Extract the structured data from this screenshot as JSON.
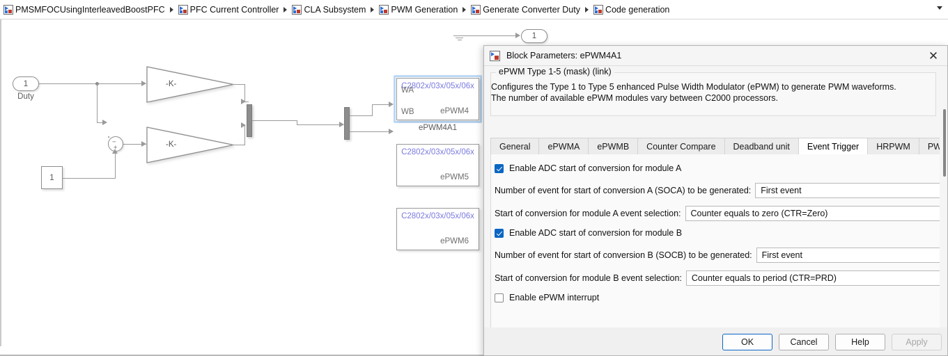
{
  "breadcrumb": {
    "items": [
      {
        "label": "PMSMFOCUsingInterleavedBoostPFC",
        "icon": "subsystem-icon"
      },
      {
        "label": "PFC Current Controller",
        "icon": "subsystem-icon"
      },
      {
        "label": "CLA Subsystem",
        "icon": "subsystem-icon"
      },
      {
        "label": "PWM Generation",
        "icon": "subsystem-icon"
      },
      {
        "label": "Generate Converter Duty",
        "icon": "subsystem-icon"
      },
      {
        "label": "Code generation",
        "icon": "subsystem-icon"
      }
    ],
    "overflow_icon": "chevron-down-icon"
  },
  "canvas": {
    "inport": {
      "number": "1",
      "label": "Duty"
    },
    "constant": {
      "value": "1"
    },
    "sum": {
      "sign_top": "−",
      "sign_bottom": "+"
    },
    "gain_top": {
      "text": "-K-"
    },
    "gain_bottom": {
      "text": "-K-"
    },
    "outport": {
      "number": "1"
    },
    "epwm_blocks": [
      {
        "header": "C2802x/03x/05x/06x",
        "name": "ePWM4",
        "label": "ePWM4A1",
        "ports": [
          "WA",
          "WB"
        ],
        "selected": true
      },
      {
        "header": "C2802x/03x/05x/06x",
        "name": "ePWM5",
        "label": "",
        "ports": [],
        "selected": false
      },
      {
        "header": "C2802x/03x/05x/06x",
        "name": "ePWM6",
        "label": "",
        "ports": [],
        "selected": false
      }
    ],
    "colors": {
      "block_text": "#6f6f6f",
      "mask_header": "#7a7adf",
      "wire": "#9a9a9a",
      "selection_halo": "#bcd9f5"
    }
  },
  "dialog": {
    "title": "Block Parameters: ePWM4A1",
    "title_icon": "subsystem-icon",
    "close_icon": "close-icon",
    "mask": {
      "legend": "ePWM Type 1-5 (mask) (link)",
      "description_line1": "Configures the Type 1 to Type 5 enhanced Pulse Width Modulator (ePWM) to generate PWM waveforms.",
      "description_line2": "The number of available ePWM modules vary between C2000 processors."
    },
    "tabs": [
      {
        "label": "General",
        "active": false
      },
      {
        "label": "ePWMA",
        "active": false
      },
      {
        "label": "ePWMB",
        "active": false
      },
      {
        "label": "Counter Compare",
        "active": false
      },
      {
        "label": "Deadband unit",
        "active": false
      },
      {
        "label": "Event Trigger",
        "active": true
      },
      {
        "label": "HRPWM",
        "active": false
      },
      {
        "label": "PW",
        "active": false
      }
    ],
    "fields": {
      "enable_soc_a": {
        "label": "Enable ADC start of conversion for module A",
        "checked": true
      },
      "soca_count": {
        "label": "Number of event for start of conversion A (SOCA) to be generated:",
        "value": "First event"
      },
      "soca_event": {
        "label": "Start of conversion for module A event selection:",
        "value": "Counter equals to zero (CTR=Zero)"
      },
      "enable_soc_b": {
        "label": "Enable ADC start of conversion for module B",
        "checked": true
      },
      "socb_count": {
        "label": "Number of event for start of conversion B (SOCB) to be generated:",
        "value": "First event"
      },
      "socb_event": {
        "label": "Start of conversion for module B event selection:",
        "value": "Counter equals to period (CTR=PRD)"
      },
      "enable_interrupt": {
        "label": "Enable ePWM interrupt",
        "checked": false
      }
    },
    "buttons": {
      "ok": "OK",
      "cancel": "Cancel",
      "help": "Help",
      "apply": "Apply"
    },
    "accent_color": "#0a66c2"
  }
}
